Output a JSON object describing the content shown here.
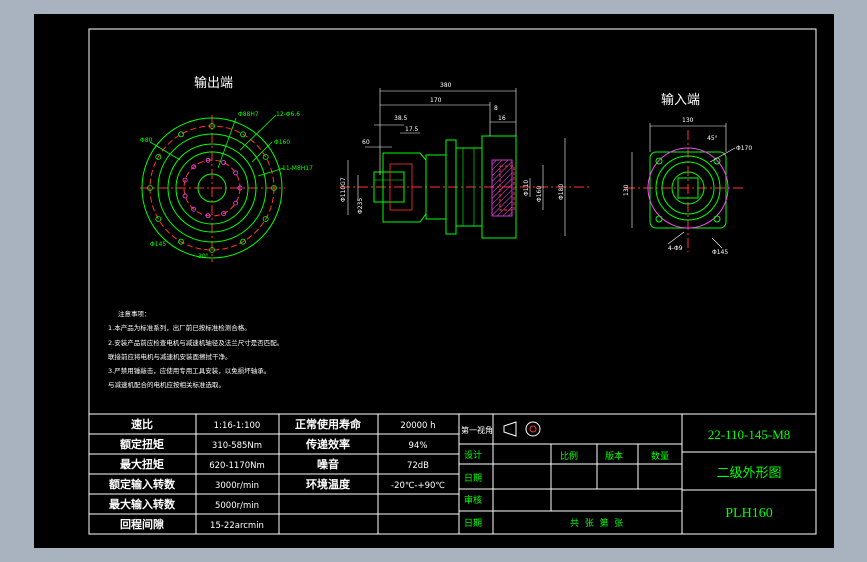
{
  "colors": {
    "bg_frame": "#a9b3c0",
    "paper": "#000000",
    "border": "#ffffff",
    "geometry": "#00ff00",
    "centerline": "#ff3333",
    "hatch": "#ff44ff",
    "dimension": "#ffffff",
    "accent": "#00ffff"
  },
  "views": {
    "output_label": "输出端",
    "input_label": "输入端"
  },
  "output_dims": {
    "d1": "Φ80",
    "d2": "Φ88H7",
    "d3": "12-Φ6.6",
    "d4": "Φ160",
    "d5": "11-M8H17",
    "d6": "Φ145",
    "angle": "30°"
  },
  "side_dims": {
    "overall": "380",
    "l170": "170",
    "l60": "60",
    "l8": "8",
    "l16": "16",
    "l38_5": "38.5",
    "l17_5": "17.5",
    "d_left1": "Φ110G7",
    "d_left2": "Φ235",
    "d_right1": "Φ110",
    "d_right2": "Φ160",
    "d_right3": "Φ180"
  },
  "input_dims": {
    "w130": "130",
    "h130": "130",
    "angle": "45°",
    "d170": "Φ170",
    "bolt": "4-Φ9",
    "d145": "Φ145"
  },
  "notes": {
    "title": "注意事项：",
    "lines": [
      "1.本产品为标准系列，出厂前已按标准检测合格。",
      "2.安装产品前应检查电机与减速机轴径及法兰尺寸是否匹配。",
      "联接前应将电机与减速机安装面擦拭干净。",
      "3.严禁用锤敲击，应使用专用工具安装，以免损坏轴承。",
      "与减速机配合的电机应按相关标准选取。"
    ]
  },
  "specs": [
    {
      "k1": "速比",
      "v1": "1:16-1:100",
      "k2": "正常使用寿命",
      "v2": "20000 h"
    },
    {
      "k1": "额定扭矩",
      "v1": "310-585Nm",
      "k2": "传递效率",
      "v2": "94%"
    },
    {
      "k1": "最大扭矩",
      "v1": "620-1170Nm",
      "k2": "噪音",
      "v2": "72dB"
    },
    {
      "k1": "额定输入转数",
      "v1": "3000r/min",
      "k2": "环境温度",
      "v2": "-20℃-+90℃"
    },
    {
      "k1": "最大输入转数",
      "v1": "5000r/min",
      "k2": "",
      "v2": ""
    },
    {
      "k1": "回程间隙",
      "v1": "15-22arcmin",
      "k2": "",
      "v2": ""
    }
  ],
  "title_block": {
    "angle_label": "第一视角",
    "design": "设计",
    "date1": "日期",
    "review": "审核",
    "date2": "日期",
    "scale": "比例",
    "version": "版本",
    "quantity": "数量",
    "sheets": "共  张  第  张",
    "drawing_no": "22-110-145-M8",
    "drawing_name": "二级外形图",
    "model": "PLH160"
  }
}
